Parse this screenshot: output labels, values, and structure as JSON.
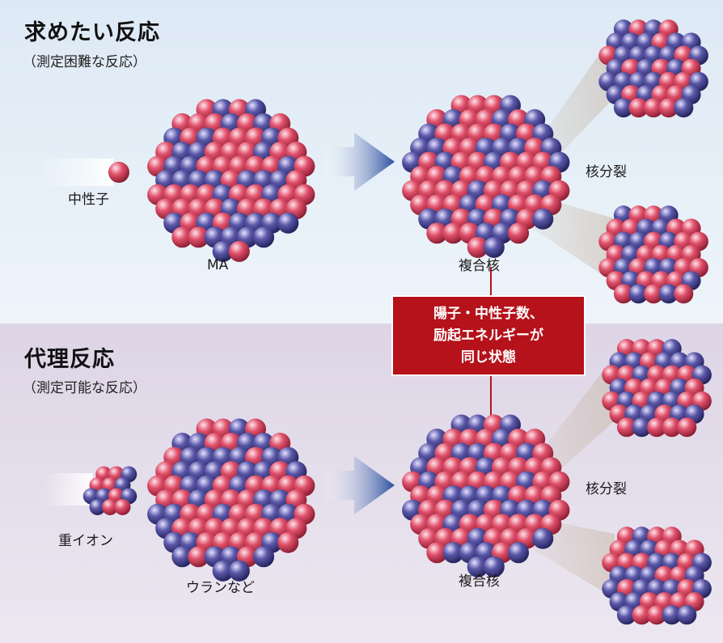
{
  "colors": {
    "top_panel_bg": "#e7f0f8",
    "bottom_panel_bg": "#e6e0ec",
    "proton": "#e0506a",
    "neutron": "#5a58a8",
    "arrow": "#2c4fa0",
    "box": "#b5121b"
  },
  "top": {
    "title": "求めたい反応",
    "subtitle": "（測定困難な反応）",
    "projectile_label": "中性子",
    "target_label": "MA",
    "compound_label": "複合核",
    "fission_label": "核分裂"
  },
  "bottom": {
    "title": "代理反応",
    "subtitle": "（測定可能な反応）",
    "projectile_label": "重イオン",
    "target_label": "ウランなど",
    "compound_label": "複合核",
    "fission_label": "核分裂"
  },
  "state_box": {
    "line1": "陽子・中性子数、",
    "line2": "励起エネルギーが",
    "line3": "同じ状態"
  }
}
